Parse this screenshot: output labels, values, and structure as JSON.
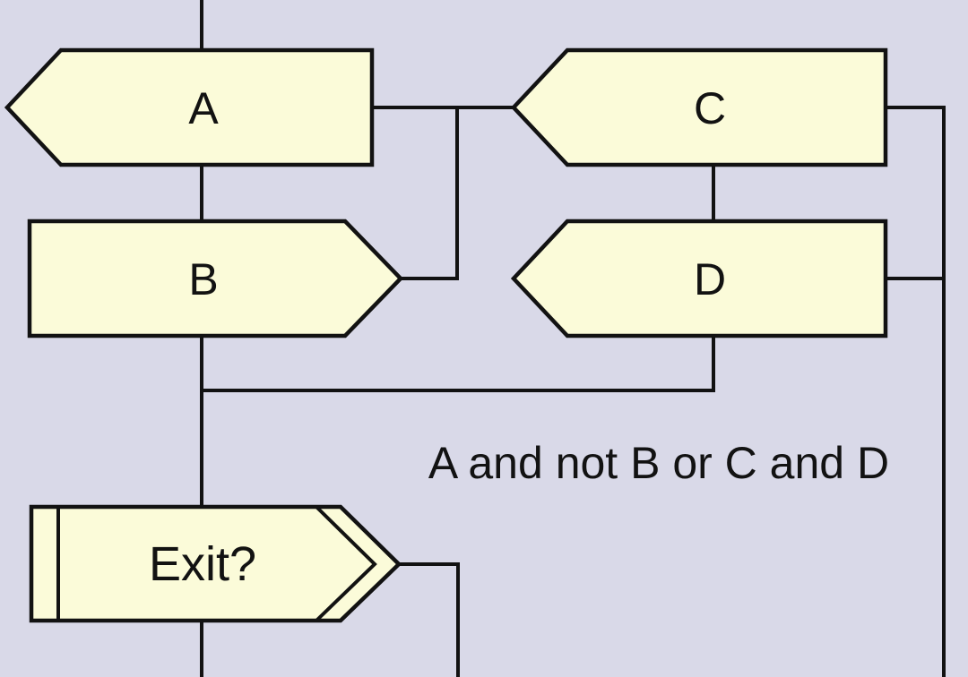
{
  "diagram": {
    "colors": {
      "background": "#D9D9E8",
      "node_fill": "#FBFBD9",
      "line": "#121212",
      "text": "#121212"
    },
    "nodes": {
      "a": {
        "label": "A",
        "shape": "signal-left"
      },
      "b": {
        "label": "B",
        "shape": "signal-right"
      },
      "c": {
        "label": "C",
        "shape": "signal-left"
      },
      "d": {
        "label": "D",
        "shape": "signal-left"
      },
      "exit": {
        "label": "Exit?",
        "shape": "exit-chevron"
      }
    },
    "annotation": "A and not B or C and D"
  }
}
